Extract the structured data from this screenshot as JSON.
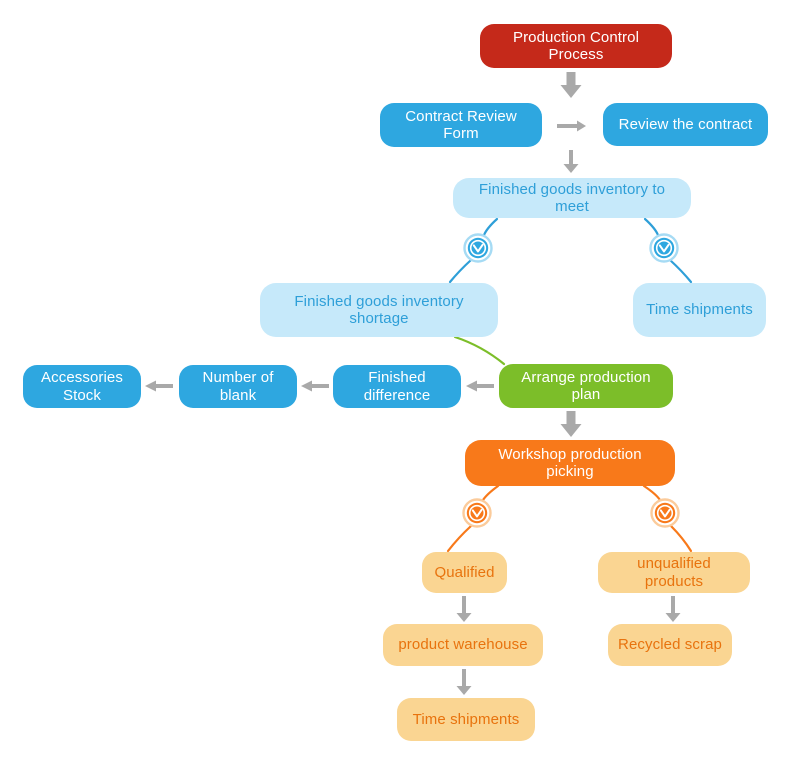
{
  "diagram": {
    "type": "flowchart",
    "nodes": {
      "root": {
        "label": "Production Control Process",
        "color": "#C5291A"
      },
      "contract_review_form": {
        "label": "Contract Review Form",
        "color": "#2EA7E0"
      },
      "review_the_contract": {
        "label": "Review the contract",
        "color": "#2EA7E0"
      },
      "finished_goods_inventory_to_meet": {
        "label": "Finished goods inventory to meet",
        "color": "#C6E9FA"
      },
      "finished_goods_inventory_shortage": {
        "label": "Finished goods inventory shortage",
        "color": "#C6E9FA"
      },
      "time_shipments_top": {
        "label": "Time shipments",
        "color": "#C6E9FA"
      },
      "arrange_production_plan": {
        "label": "Arrange production plan",
        "color": "#7CBE29"
      },
      "finished_difference": {
        "label": "Finished difference",
        "color": "#2EA7E0"
      },
      "number_of_blank": {
        "label": "Number of blank",
        "color": "#2EA7E0"
      },
      "accessories_stock": {
        "label": "Accessories Stock",
        "color": "#2EA7E0"
      },
      "workshop_production_picking": {
        "label": "Workshop production picking",
        "color": "#F8791A"
      },
      "qualified": {
        "label": "Qualified",
        "color": "#FAD592"
      },
      "unqualified_products": {
        "label": "unqualified products",
        "color": "#FAD592"
      },
      "product_warehouse": {
        "label": "product warehouse",
        "color": "#FAD592"
      },
      "recycled_scrap": {
        "label": "Recycled scrap",
        "color": "#FAD592"
      },
      "time_shipments_bottom": {
        "label": "Time shipments",
        "color": "#FAD592"
      }
    },
    "icons": {
      "clock_blue_left": "clock-icon",
      "clock_blue_right": "clock-icon",
      "clock_orange_left": "clock-icon",
      "clock_orange_right": "clock-icon"
    },
    "edges": [
      {
        "from": "root",
        "to": "contract_review_form_row",
        "style": "thick-gray-down"
      },
      {
        "from": "contract_review_form",
        "to": "review_the_contract",
        "style": "gray-right"
      },
      {
        "from": "contract_review_form_row",
        "to": "finished_goods_inventory_to_meet",
        "style": "gray-down"
      },
      {
        "from": "finished_goods_inventory_to_meet",
        "to": "finished_goods_inventory_shortage",
        "style": "blue-curve-clock"
      },
      {
        "from": "finished_goods_inventory_to_meet",
        "to": "time_shipments_top",
        "style": "blue-curve-clock"
      },
      {
        "from": "finished_goods_inventory_shortage",
        "to": "arrange_production_plan",
        "style": "green-curve"
      },
      {
        "from": "arrange_production_plan",
        "to": "finished_difference",
        "style": "gray-left"
      },
      {
        "from": "finished_difference",
        "to": "number_of_blank",
        "style": "gray-left"
      },
      {
        "from": "number_of_blank",
        "to": "accessories_stock",
        "style": "gray-left"
      },
      {
        "from": "arrange_production_plan",
        "to": "workshop_production_picking",
        "style": "thick-gray-down"
      },
      {
        "from": "workshop_production_picking",
        "to": "qualified",
        "style": "orange-curve-clock"
      },
      {
        "from": "workshop_production_picking",
        "to": "unqualified_products",
        "style": "orange-curve-clock"
      },
      {
        "from": "qualified",
        "to": "product_warehouse",
        "style": "gray-down"
      },
      {
        "from": "unqualified_products",
        "to": "recycled_scrap",
        "style": "gray-down"
      },
      {
        "from": "product_warehouse",
        "to": "time_shipments_bottom",
        "style": "gray-down"
      }
    ]
  },
  "colors": {
    "red": "#C5291A",
    "blue": "#2EA7E0",
    "light_blue_fill": "#C6E9FA",
    "light_blue_text": "#2E9FD8",
    "green": "#7CBE29",
    "orange": "#F8791A",
    "light_orange_fill": "#FAD592",
    "light_orange_text": "#E8730E",
    "arrow_gray": "#A9A9A9",
    "background": "#FFFFFF"
  }
}
